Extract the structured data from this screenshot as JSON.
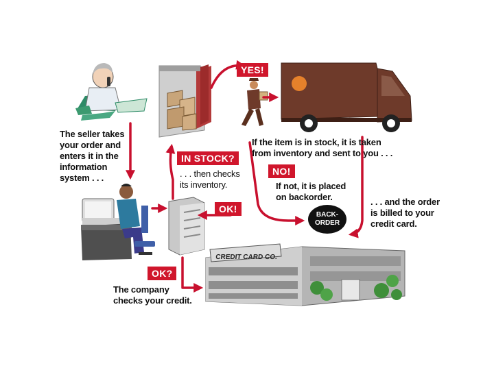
{
  "captions": {
    "seller_takes_order": "The seller takes\nyour order and\nenters it in the\ninformation\nsystem . . .",
    "checks_inventory": ". . . then checks\nits inventory.",
    "in_stock_sent": "If the item is in stock, it is taken\nfrom inventory and sent to you . . .",
    "backorder": "If not, it is placed\non backorder.",
    "billed_card": ". . . and the order\nis billed to your\ncredit card.",
    "checks_credit": "The company\nchecks your credit."
  },
  "tags": {
    "yes": "YES!",
    "in_stock": "IN STOCK?",
    "no": "NO!",
    "ok_server": "OK!",
    "ok_question": "OK?"
  },
  "backorder_oval": "BACK-\nORDER",
  "building_sign": "CREDIT CARD CO.",
  "colors": {
    "arrow_red": "#c8102e",
    "tag_red": "#d0162c",
    "van_brown": "#6e3a2a",
    "building_gray": "#a9a9a9"
  },
  "icons": [
    "seller-figure",
    "phone",
    "warehouse",
    "boxes",
    "delivery-person",
    "delivery-van",
    "clerk-at-computer",
    "server-tower",
    "credit-card-building",
    "trees"
  ]
}
